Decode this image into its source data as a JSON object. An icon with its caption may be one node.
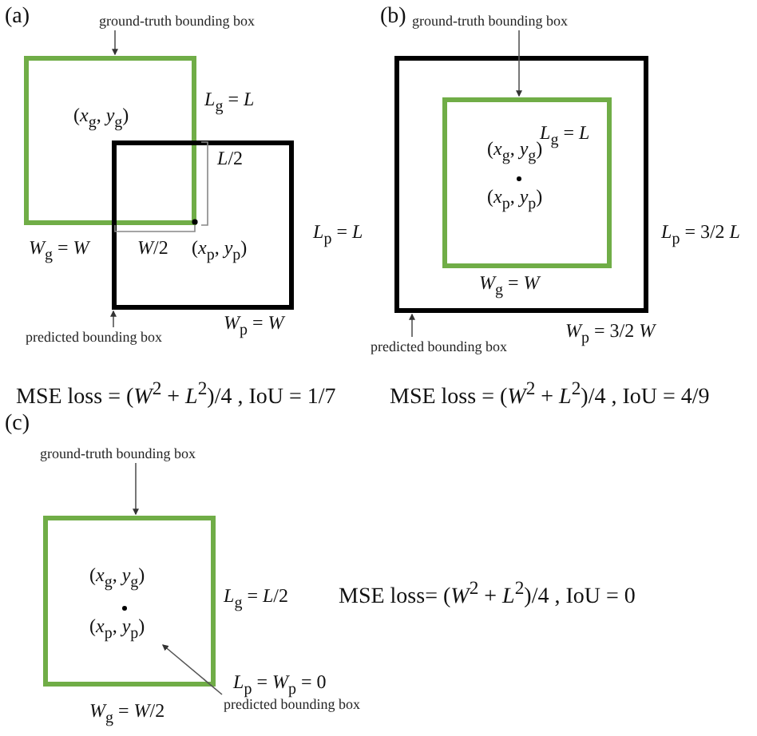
{
  "diagram": {
    "nodes": [
      {
        "text": [
          "ground-truth bounding box"
        ]
      },
      {
        "text": [],
        "shape": "box",
        "beside": [
          "*L*$_{g}$ = *L*",
          "*W*$_{g}$ = *W*"
        ]
      },
      {
        "text": [],
        "shape": "box",
        "beside": [
          "*L*$_{p}$ = *L*",
          "*W*$_{p}$ = *W*"
        ]
      },
      {
        "text": [
          "predicted bounding box"
        ]
      },
      {
        "text": [
          "ground-truth bounding box"
        ]
      },
      {
        "text": [],
        "shape": "box",
        "beside": [
          "*L*$_{p}$ = 3/2 *L*",
          "*W*$_{p}$ = 3/2 *W*"
        ]
      },
      {
        "text": [
          "*L*$_{g}$ = *L*"
        ],
        "in": 5,
        "beside": [
          "*W*$_{g}$ = *W*"
        ]
      },
      {
        "text": [
          "predicted bounding box"
        ]
      },
      {
        "text": [
          "ground-truth bounding box"
        ]
      },
      {
        "text": [],
        "shape": "box",
        "beside": [
          "*L*$_{g}$ = *L*/2",
          "*W*$_{g}$ = *W*/2"
        ]
      },
      {
        "text": [
          "predicted bounding box"
        ]
      }
    ],
    "edges": [
      {
        "from": 0,
        "to": 1,
        "arrow": "to"
      },
      {
        "from": 3,
        "to": 2,
        "arrow": "to"
      },
      {
        "from": 4,
        "to": 6,
        "arrow": "to"
      },
      {
        "from": 7,
        "to": 5,
        "arrow": "to"
      },
      {
        "from": 8,
        "to": 9,
        "arrow": "to"
      },
      {
        "from": 10,
        "to": 9,
        "arrow": "to"
      }
    ],
    "labels": [
      "(a)",
      "(*x*$_{g}$, *y*$_{g}$)",
      "*L*/2",
      "*W*/2",
      "(*x*$_{p}$, *y*$_{p}$)",
      "MSE  loss = (*W*$^{2}$ + *L*$^{2}$)/4 , IoU = 1/7",
      "(b)",
      "(*x*$_{g}$, *y*$_{g}$)",
      "(*x*$_{p}$, *y*$_{p}$)",
      "MSE  loss = (*W*$^{2}$ + *L*$^{2}$)/4 , IoU = 4/9",
      "(c)",
      "(*x*$_{g}$, *y*$_{g}$)",
      "(*x*$_{p}$, *y*$_{p}$)",
      "MSE loss= (*W*$^{2}$ + *L*$^{2}$)/4 , IoU = 0",
      "*L*$_{p}$ = *W*$_{p}$ = 0"
    ]
  }
}
